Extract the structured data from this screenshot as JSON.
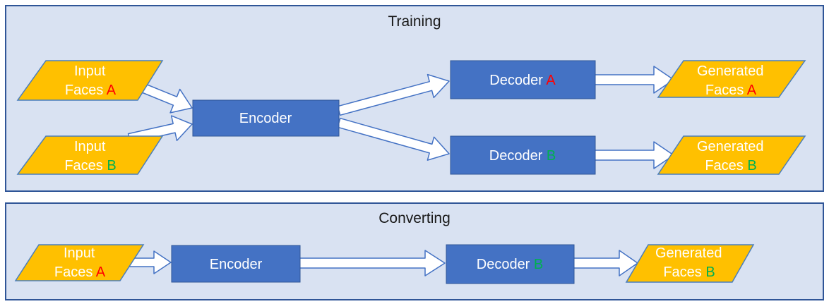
{
  "colors": {
    "panel_fill": "#D9E2F2",
    "panel_border": "#2F5597",
    "node_blue": "#4472C4",
    "node_orange": "#FFC000",
    "arrow_fill": "#FFFFFF",
    "arrow_outline": "#4472C4",
    "letter_a_red": "#FF0000",
    "letter_b_green": "#00B050",
    "title_text": "#1A1A1A",
    "node_text": "#FFFFFF"
  },
  "training": {
    "title": "Training",
    "input_a": {
      "line1": "Input",
      "prefix": "Faces ",
      "letter": "A"
    },
    "input_b": {
      "line1": "Input",
      "prefix": "Faces ",
      "letter": "B"
    },
    "encoder": {
      "label": "Encoder"
    },
    "decoder_a": {
      "prefix": "Decoder ",
      "letter": "A"
    },
    "decoder_b": {
      "prefix": "Decoder ",
      "letter": "B"
    },
    "generated_a": {
      "line1": "Generated",
      "prefix": "Faces ",
      "letter": "A"
    },
    "generated_b": {
      "line1": "Generated",
      "prefix": "Faces ",
      "letter": "B"
    }
  },
  "converting": {
    "title": "Converting",
    "input_a": {
      "line1": "Input",
      "prefix": "Faces ",
      "letter": "A"
    },
    "encoder": {
      "label": "Encoder"
    },
    "decoder_b": {
      "prefix": "Decoder ",
      "letter": "B"
    },
    "generated_b": {
      "line1": "Generated",
      "prefix": "Faces ",
      "letter": "B"
    }
  }
}
